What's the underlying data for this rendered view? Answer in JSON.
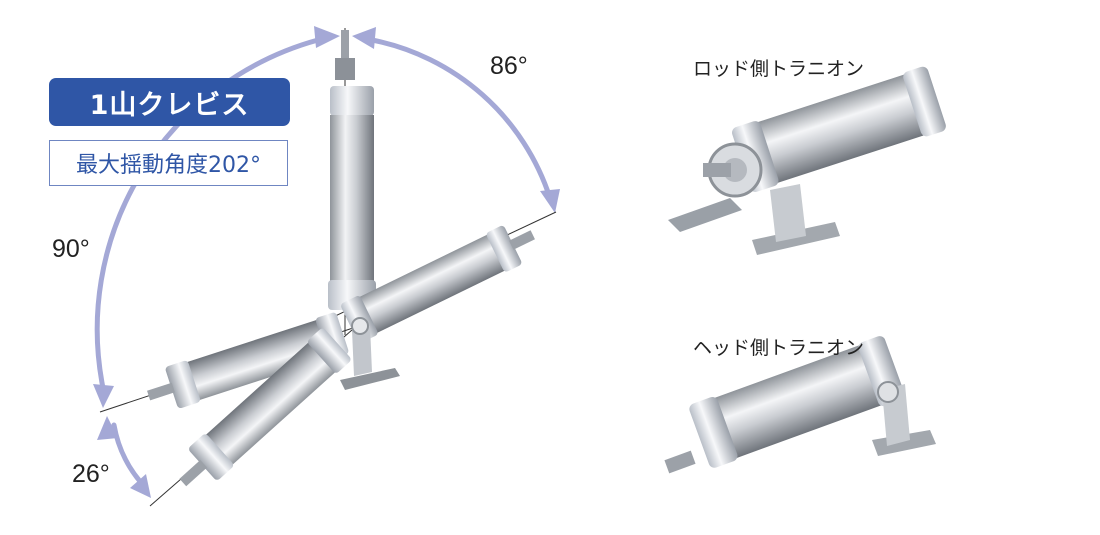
{
  "badge": {
    "title": "1山クレビス"
  },
  "subtitle": "最大揺動角度202°",
  "angles": {
    "top": "86°",
    "left": "90°",
    "bottom": "26°"
  },
  "captions": {
    "rod_side": "ロッド側トラニオン",
    "head_side": "ヘッド側トラニオン"
  },
  "colors": {
    "badge_bg": "#2f56a6",
    "arrow": "#a4a8d6",
    "subtitle_text": "#2f56a6"
  }
}
